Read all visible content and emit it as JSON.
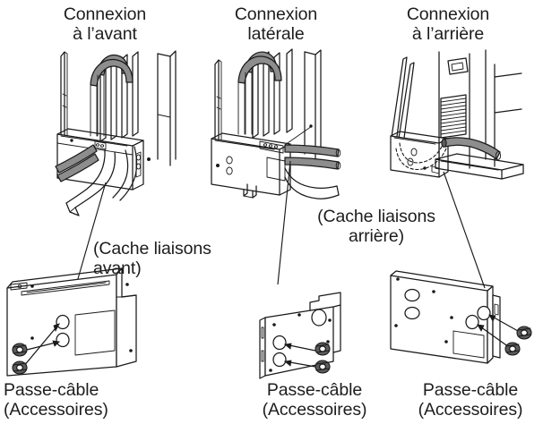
{
  "document": {
    "language": "fr",
    "kind": "installation-diagram",
    "ink_color": "#1a1a1a",
    "background_color": "#ffffff",
    "hose_color": "#8d8d8d",
    "grommet_color": "#5c5c5c"
  },
  "columns": [
    {
      "id": "front",
      "heading": "Connexion\nà l’avant",
      "cover_caption": "(Cache liaisons\navant)",
      "grommet_caption": "Passe-câble\n(Accessoires)"
    },
    {
      "id": "side",
      "heading": "Connexion\nlatérale",
      "cover_caption": "(Cache liaisons\narrière)",
      "grommet_caption": "Passe-câble\n(Accessoires)"
    },
    {
      "id": "rear",
      "heading": "Connexion\nà l’arrière",
      "cover_caption": "",
      "grommet_caption": "Passe-câble\n(Accessoires)"
    }
  ],
  "headings": {
    "front": "Connexion\nà l’avant",
    "side": "Connexion\nlatérale",
    "rear": "Connexion\nà l’arrière"
  },
  "captions": {
    "cover_front": "(Cache liaisons\navant)",
    "cover_rear": "(Cache liaisons\narrière)",
    "grommet_left": "Passe-câble\n(Accessoires)",
    "grommet_middle": "Passe-câble\n(Accessoires)",
    "grommet_right": "Passe-câble\n(Accessoires)"
  },
  "figures": {
    "unit_front": "outdoor-unit-front-connection",
    "unit_side": "outdoor-unit-side-connection",
    "unit_rear": "outdoor-unit-rear-connection",
    "cover_front": "front-piping-cover-plate",
    "cover_side": "rear-piping-cover-plate",
    "cover_rear": "rear-piping-cover-plate"
  }
}
